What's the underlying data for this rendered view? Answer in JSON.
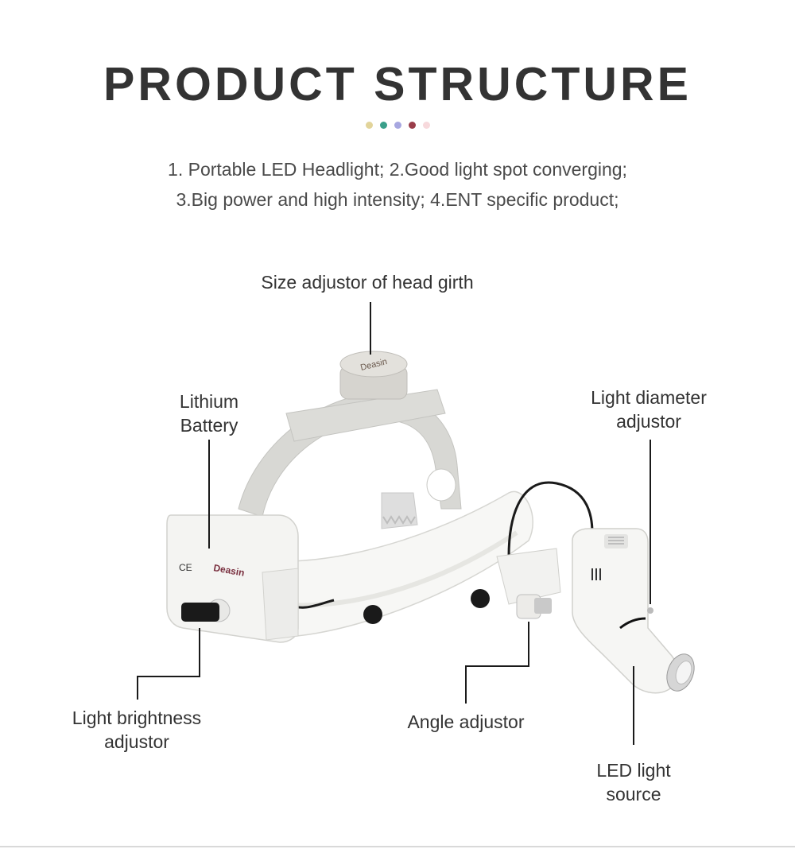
{
  "title": "PRODUCT STRUCTURE",
  "dots": [
    {
      "color": "#e2d49a",
      "name": "yellow-dot"
    },
    {
      "color": "#3a9f8a",
      "name": "teal-dot"
    },
    {
      "color": "#a7a7e0",
      "name": "lavender-dot"
    },
    {
      "color": "#9a3d4a",
      "name": "maroon-dot"
    },
    {
      "color": "#f7d9dc",
      "name": "pink-dot"
    }
  ],
  "description": {
    "line1": "1. Portable LED Headlight;  2.Good light spot converging;",
    "line2": "3.Big power and high intensity;  4.ENT specific product;"
  },
  "labels": {
    "size_adjustor": "Size adjustor of head girth",
    "lithium_line1": "Lithium",
    "lithium_line2": "Battery",
    "diameter_line1": "Light diameter",
    "diameter_line2": "adjustor",
    "brightness_line1": "Light brightness",
    "brightness_line2": "adjustor",
    "angle_adjustor": "Angle adjustor",
    "led_line1": "LED light",
    "led_line2": "source"
  },
  "product": {
    "brand_knob": "Deasin",
    "brand_battery": "Deasin",
    "ce_mark": "CE"
  }
}
